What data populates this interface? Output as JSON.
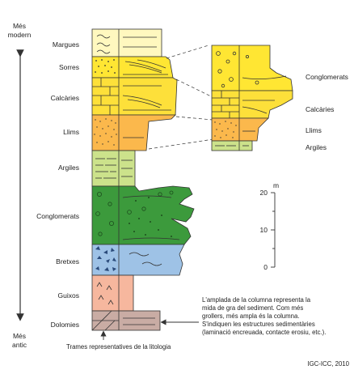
{
  "axis": {
    "top_line1": "Més",
    "top_line2": "modern",
    "bottom_line1": "Més",
    "bottom_line2": "antic"
  },
  "layers": [
    {
      "name": "Margues",
      "color": "#fff8bf"
    },
    {
      "name": "Sorres",
      "color": "#ffe633"
    },
    {
      "name": "Calcàries",
      "color": "#fde03a"
    },
    {
      "name": "Llims",
      "color": "#fbb84c"
    },
    {
      "name": "Argiles",
      "color": "#cce28b"
    },
    {
      "name": "Conglomerats",
      "color": "#3c9a3c"
    },
    {
      "name": "Bretxes",
      "color": "#9ec2e6"
    },
    {
      "name": "Guixos",
      "color": "#f6b79e"
    },
    {
      "name": "Dolomies",
      "color": "#c9aca4"
    }
  ],
  "detail_labels": [
    "Conglomerats",
    "Calcàries",
    "Llims",
    "Argiles"
  ],
  "scale": {
    "unit": "m",
    "ticks": [
      "20",
      "10",
      "0"
    ]
  },
  "note_lines": [
    "L'amplada de la columna representa la",
    "mida de gra del sediment. Com més",
    "grollers, més ampla és la columna.",
    "S'indiquen les estructures sedimentàries",
    "(laminació encreuada, contacte erosiu, etc.)."
  ],
  "bottom_caption": "Trames representatives de la litologia",
  "credit": "IGC-ICC, 2010"
}
